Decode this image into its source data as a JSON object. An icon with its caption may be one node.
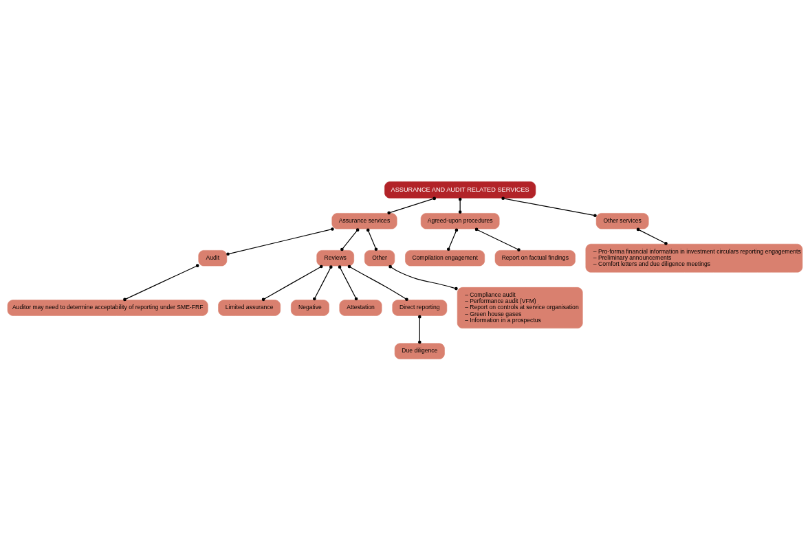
{
  "diagram": {
    "nodes": [
      {
        "text": [
          "ASSURANCE AND AUDIT RELATED SERVICES"
        ]
      },
      {
        "text": [
          "Assurance services"
        ]
      },
      {
        "text": [
          "Agreed-upon procedures"
        ]
      },
      {
        "text": [
          "Other services"
        ]
      },
      {
        "text": [
          "Audit"
        ]
      },
      {
        "text": [
          "Reviews"
        ]
      },
      {
        "text": [
          "Limited assurance"
        ]
      },
      {
        "text": [
          "Negative"
        ]
      },
      {
        "text": [
          "Other"
        ]
      },
      {
        "text": [
          "Compilation engagement"
        ]
      },
      {
        "text": [
          "Report on factual findings"
        ]
      },
      {
        "text": [
          "– Pro-forma financial information in investment circulars reporting engagements",
          "– Preliminary announcements",
          "– Comfort letters and due diligence meetings"
        ]
      },
      {
        "text": [
          "Attestation"
        ]
      },
      {
        "text": [
          "Direct reporting"
        ]
      },
      {
        "text": [
          "Due diligence"
        ]
      },
      {
        "text": [
          "– Compliance audit",
          "– Performance audit (VFM)",
          "– Report on controls at service organisation",
          "– Green house gases",
          "– Information in a prospectus"
        ]
      },
      {
        "text": [
          "Auditor may need to determine acceptability of reporting under SME-FRF"
        ]
      }
    ],
    "edges": [
      {
        "from": 0,
        "to": 1,
        "arrow": "other"
      },
      {
        "from": 0,
        "to": 2,
        "arrow": "other"
      },
      {
        "from": 0,
        "to": 3,
        "arrow": "other"
      },
      {
        "from": 1,
        "to": 4,
        "arrow": "other"
      },
      {
        "from": 1,
        "to": 5,
        "arrow": "other"
      },
      {
        "from": 1,
        "to": 8,
        "arrow": "other"
      },
      {
        "from": 5,
        "to": 6,
        "arrow": "other"
      },
      {
        "from": 5,
        "to": 7,
        "arrow": "other"
      },
      {
        "from": 2,
        "to": 9,
        "arrow": "other"
      },
      {
        "from": 2,
        "to": 10,
        "arrow": "other"
      },
      {
        "from": 3,
        "to": 11,
        "arrow": "other"
      },
      {
        "from": 5,
        "to": 12,
        "arrow": "other"
      },
      {
        "from": 5,
        "to": 13,
        "arrow": "other"
      },
      {
        "from": 13,
        "to": 14,
        "arrow": "other"
      },
      {
        "from": 8,
        "to": 15,
        "arrow": "other"
      },
      {
        "from": 4,
        "to": 16,
        "arrow": "other"
      }
    ]
  }
}
